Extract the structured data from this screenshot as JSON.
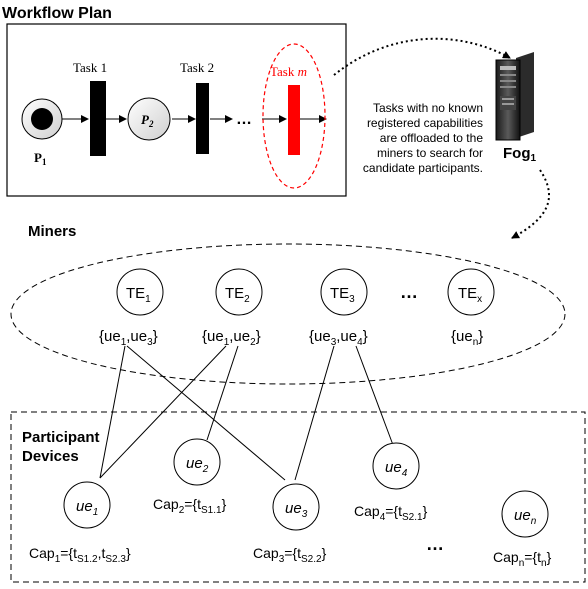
{
  "workflow": {
    "title": "Workflow Plan",
    "place_p1": "P",
    "place_p1_sub": "1",
    "place_p2": "P",
    "place_p2_sub": "2",
    "task1": "Task 1",
    "task2": "Task 2",
    "task_m": "Task ",
    "task_m_var": "m",
    "ellipsis": "…"
  },
  "fog": {
    "label": "Fog",
    "label_sub": "1",
    "note_lines": [
      "Tasks with no known",
      "registered capabilities",
      "are offloaded to the",
      "miners to search for",
      "candidate participants."
    ]
  },
  "miners": {
    "title": "Miners",
    "nodes": [
      {
        "base": "TE",
        "sub": "1",
        "set": "{ue",
        "s1": "1",
        "mid": ",ue",
        "s2": "3",
        "end": "}"
      },
      {
        "base": "TE",
        "sub": "2",
        "set": "{ue",
        "s1": "1",
        "mid": ",ue",
        "s2": "2",
        "end": "}"
      },
      {
        "base": "TE",
        "sub": "3",
        "set": "{ue",
        "s1": "3",
        "mid": ",ue",
        "s2": "4",
        "end": "}"
      },
      {
        "base": "TE",
        "sub": "x",
        "set": "{ue",
        "s1": "n",
        "mid": "",
        "s2": "",
        "end": "}"
      }
    ],
    "ellipsis": "…"
  },
  "participants": {
    "title_line1": "Participant",
    "title_line2": "Devices",
    "devices": [
      {
        "base": "ue",
        "sub": "1"
      },
      {
        "base": "ue",
        "sub": "2"
      },
      {
        "base": "ue",
        "sub": "3"
      },
      {
        "base": "ue",
        "sub": "4"
      },
      {
        "base": "ue",
        "sub": "n"
      }
    ],
    "caps": [
      {
        "prefix": "Cap",
        "sub": "1",
        "eq": "={t",
        "t1": "S1.2",
        "sep": ",t",
        "t2": "S2.3",
        "end": "}"
      },
      {
        "prefix": "Cap",
        "sub": "2",
        "eq": "={t",
        "t1": "S1.1",
        "sep": "",
        "t2": "",
        "end": "}"
      },
      {
        "prefix": "Cap",
        "sub": "3",
        "eq": "={t",
        "t1": "S2.2",
        "sep": "",
        "t2": "",
        "end": "}"
      },
      {
        "prefix": "Cap",
        "sub": "4",
        "eq": "={t",
        "t1": "S2.1",
        "sep": "",
        "t2": "",
        "end": "}"
      },
      {
        "prefix": "Cap",
        "sub": "n",
        "eq": "={t",
        "t1": "n",
        "sep": "",
        "t2": "",
        "end": "}"
      }
    ],
    "ellipsis": "…"
  },
  "colors": {
    "highlight": "#ff0000",
    "line": "#000000"
  }
}
